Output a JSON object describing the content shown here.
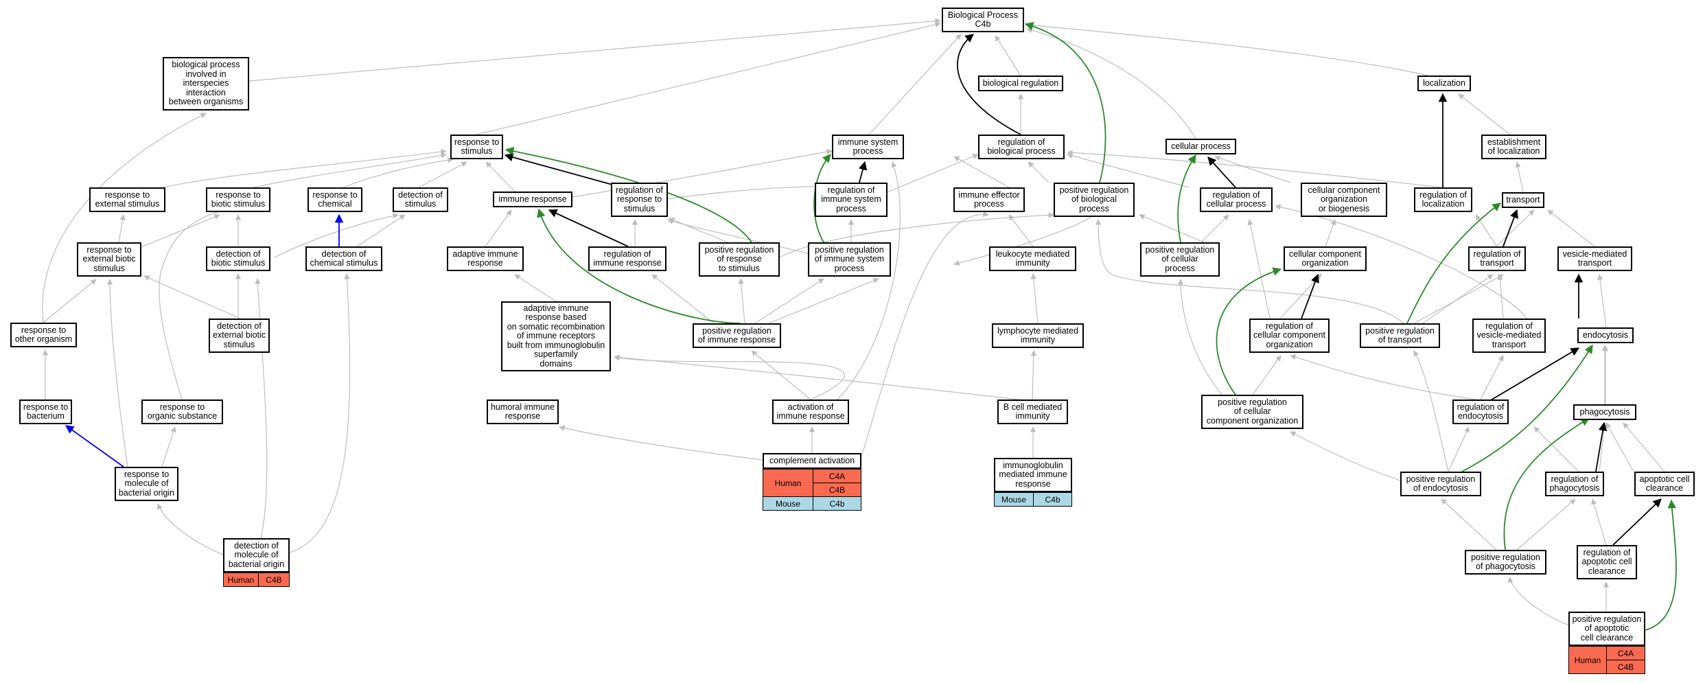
{
  "colors": {
    "gray": "#bdbdbd",
    "black": "#000000",
    "green": "#2a8a2a",
    "blue": "#0000ee",
    "human": "#fa6a50",
    "mouse": "#acd8e5"
  },
  "nodes": {
    "bp_c4b": "Biological Process\nC4b",
    "bio_interspecies": "biological process\ninvolved in\ninterspecies\ninteraction\nbetween organisms",
    "bio_regulation": "biological regulation",
    "localization": "localization",
    "response_to_stimulus": "response to\nstimulus",
    "immune_system_process": "immune system\nprocess",
    "reg_biological_process": "regulation of\nbiological process",
    "cellular_process": "cellular process",
    "establishment_localization": "establishment\nof localization",
    "resp_external_stimulus": "response to\nexternal stimulus",
    "resp_biotic_stimulus": "response to\nbiotic stimulus",
    "resp_chemical": "response to\nchemical",
    "detection_stimulus": "detection of\nstimulus",
    "immune_response": "immune response",
    "reg_resp_stimulus": "regulation of\nresponse to\nstimulus",
    "reg_immune_system_process": "regulation of\nimmune system\nprocess",
    "immune_effector_process": "immune effector\nprocess",
    "pos_reg_biological_process": "positive regulation\nof biological\nprocess",
    "reg_cellular_process": "regulation of\ncellular process",
    "ccob": "cellular component\norganization\nor biogenesis",
    "reg_localization": "regulation of\nlocalization",
    "transport": "transport",
    "resp_ext_biotic": "response to\nexternal biotic\nstimulus",
    "detection_biotic": "detection of\nbiotic stimulus",
    "detection_chemical": "detection of\nchemical stimulus",
    "adaptive_immune": "adaptive immune\nresponse",
    "reg_immune_response": "regulation of\nimmune response",
    "pos_reg_resp_stimulus": "positive regulation\nof response\nto stimulus",
    "pos_reg_immune_system_process": "positive regulation\nof immune system\nprocess",
    "leukocyte_immunity": "leukocyte mediated\nimmunity",
    "pos_reg_cellular_process": "positive regulation\nof cellular\nprocess",
    "cc_organization": "cellular component\norganization",
    "reg_transport": "regulation of\ntransport",
    "vesicle_transport": "vesicle-mediated\ntransport",
    "resp_other_organism": "response to\nother organism",
    "detection_ext_biotic": "detection of\nexternal biotic\nstimulus",
    "adaptive_somatic": "adaptive immune\nresponse based\non somatic recombination\nof immune receptors\nbuilt from immunoglobulin\nsuperfamily\ndomains",
    "pos_reg_immune_response": "positive regulation\nof immune response",
    "lymphocyte_immunity": "lymphocyte mediated\nimmunity",
    "reg_cc_organization": "regulation of\ncellular component\norganization",
    "pos_reg_transport": "positive regulation\nof transport",
    "reg_vesicle_transport": "regulation of\nvesicle-mediated\ntransport",
    "endocytosis": "endocytosis",
    "resp_bacterium": "response to\nbacterium",
    "resp_organic": "response to\norganic substance",
    "humoral_immune": "humoral immune\nresponse",
    "activation_immune": "activation of\nimmune response",
    "bcell_immunity": "B cell mediated\nimmunity",
    "pos_reg_cc_organization": "positive regulation\nof cellular\ncomponent organization",
    "reg_endocytosis": "regulation of\nendocytosis",
    "phagocytosis": "phagocytosis",
    "resp_molecule_bacterial": "response to\nmolecule of\nbacterial origin",
    "complement_activation": "complement activation",
    "ig_immune_response": "immunoglobulin\nmediated immune\nresponse",
    "pos_reg_endocytosis": "positive regulation\nof endocytosis",
    "reg_phagocytosis": "regulation of\nphagocytosis",
    "apoptotic_clearance": "apoptotic cell\nclearance",
    "detection_molecule_bacterial": "detection of\nmolecule of\nbacterial origin",
    "pos_reg_phagocytosis": "positive regulation\nof phagocytosis",
    "reg_apoptotic_clearance": "regulation of\napoptotic cell\nclearance",
    "pos_reg_apoptotic_clearance": "positive regulation\nof apoptotic\ncell clearance"
  },
  "gene_tables": {
    "complement_activation": [
      {
        "species": "Human",
        "genes": [
          "C4A",
          "C4B"
        ]
      },
      {
        "species": "Mouse",
        "genes": [
          "C4b"
        ]
      }
    ],
    "ig_immune_response": [
      {
        "species": "Mouse",
        "genes": [
          "C4b"
        ]
      }
    ],
    "detection_molecule_bacterial": [
      {
        "species": "Human",
        "genes": [
          "C4B"
        ]
      }
    ],
    "pos_reg_apoptotic_clearance": [
      {
        "species": "Human",
        "genes": [
          "C4A",
          "C4B"
        ]
      }
    ]
  }
}
